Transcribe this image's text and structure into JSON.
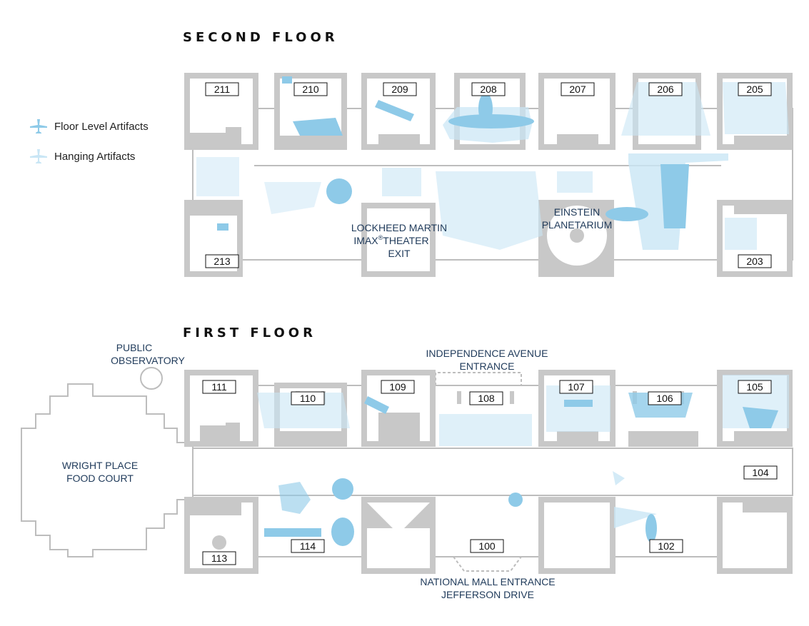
{
  "floors": {
    "second": {
      "title": "SECOND FLOOR"
    },
    "first": {
      "title": "FIRST FLOOR"
    }
  },
  "legend": [
    {
      "label": "Floor Level Artifacts",
      "icon": "floor-level-artifact-icon",
      "color": "#8ecae8"
    },
    {
      "label": "Hanging Artifacts",
      "icon": "hanging-artifact-icon",
      "color": "#c9e6f5"
    }
  ],
  "colors": {
    "wall": "#c8c8c8",
    "outline": "#bdbdbd",
    "artifact": "#b9def2",
    "artifact_dark": "#8ecae8",
    "label": "#1f3a5a"
  },
  "second_floor_rooms": [
    "211",
    "210",
    "209",
    "208",
    "207",
    "206",
    "205",
    "213",
    "203"
  ],
  "first_floor_rooms": [
    "111",
    "110",
    "109",
    "108",
    "107",
    "106",
    "105",
    "104",
    "113",
    "114",
    "100",
    "102"
  ],
  "places": {
    "imax": [
      "LOCKHEED MARTIN",
      "IMAX",
      "®",
      "THEATER",
      "EXIT"
    ],
    "planetarium": [
      "EINSTEIN",
      "PLANETARIUM"
    ],
    "observatory": [
      "PUBLIC",
      "OBSERVATORY"
    ],
    "food_court": [
      "WRIGHT PLACE",
      "FOOD COURT"
    ],
    "independence": [
      "INDEPENDENCE AVENUE",
      "ENTRANCE"
    ],
    "national_mall": [
      "NATIONAL MALL ENTRANCE",
      "JEFFERSON DRIVE"
    ]
  }
}
